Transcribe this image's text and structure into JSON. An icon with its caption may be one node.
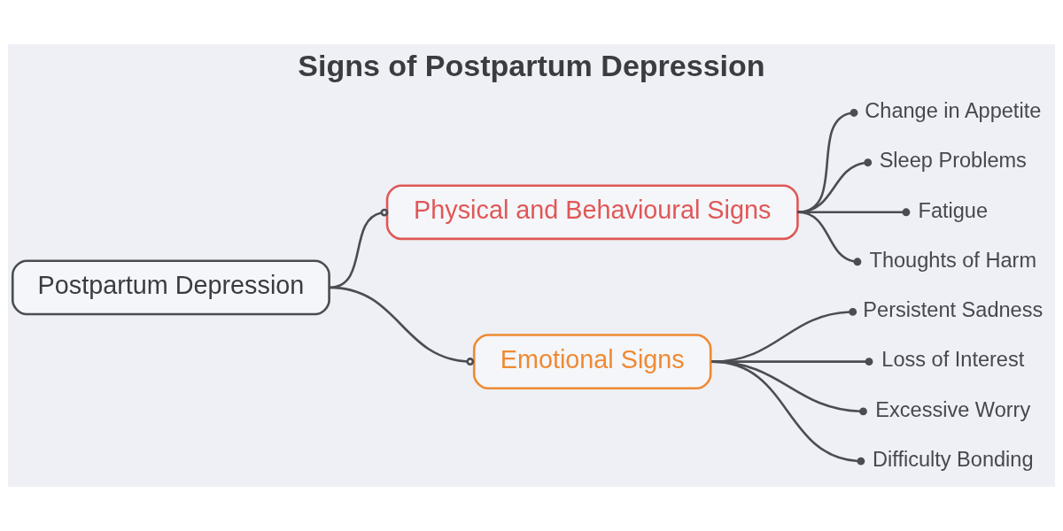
{
  "diagram": {
    "title": "Signs of Postpartum Depression",
    "nodes": [
      {
        "text": [
          "Postpartum Depression"
        ]
      },
      {
        "text": [
          "Physical and Behavioural Signs"
        ]
      },
      {
        "text": [
          "Emotional Signs"
        ]
      },
      {
        "text": [
          "Change in Appetite"
        ]
      },
      {
        "text": [
          "Sleep Problems"
        ]
      },
      {
        "text": [
          "Fatigue"
        ]
      },
      {
        "text": [
          "Thoughts of Harm"
        ]
      },
      {
        "text": [
          "Persistent Sadness"
        ]
      },
      {
        "text": [
          "Loss of Interest"
        ]
      },
      {
        "text": [
          "Excessive Worry"
        ]
      },
      {
        "text": [
          "Difficulty Bonding"
        ]
      }
    ],
    "edges": [
      {
        "from": 0,
        "to": 1,
        "arrow": "other"
      },
      {
        "from": 0,
        "to": 2,
        "arrow": "other"
      },
      {
        "from": 1,
        "to": 3,
        "arrow": "other"
      },
      {
        "from": 1,
        "to": 4,
        "arrow": "other"
      },
      {
        "from": 1,
        "to": 5,
        "arrow": "other"
      },
      {
        "from": 1,
        "to": 6,
        "arrow": "other"
      },
      {
        "from": 2,
        "to": 7,
        "arrow": "other"
      },
      {
        "from": 2,
        "to": 8,
        "arrow": "other"
      },
      {
        "from": 2,
        "to": 9,
        "arrow": "other"
      },
      {
        "from": 2,
        "to": 10,
        "arrow": "other"
      }
    ]
  }
}
